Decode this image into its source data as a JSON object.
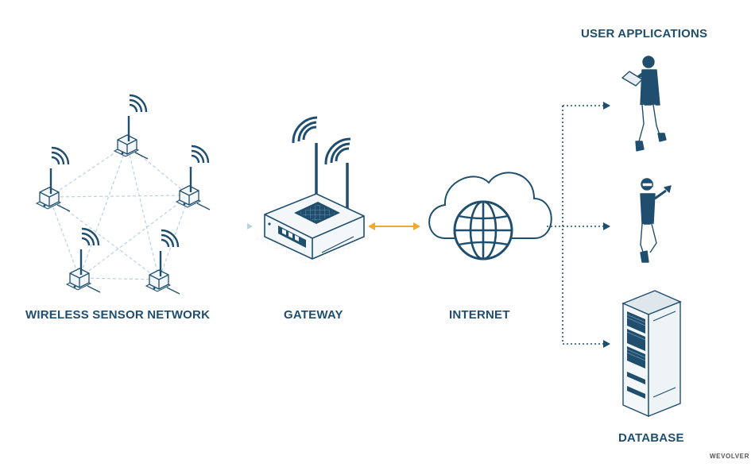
{
  "labels": {
    "wireless_sensor_network": "WIRELESS SENSOR NETWORK",
    "gateway": "GATEWAY",
    "internet": "INTERNET",
    "user_applications": "USER APPLICATIONS",
    "database": "DATABASE",
    "brand": "WEVOLVER"
  },
  "colors": {
    "primary": "#1f4e6e",
    "mesh_lines": "#b9d2e0",
    "link_arrow": "#f0a830",
    "dotted_links": "#1f4e6e"
  },
  "icons": [
    "sensor-node-icon",
    "wifi-signal-icon",
    "router-icon",
    "cloud-icon",
    "globe-icon",
    "person-tablet-icon",
    "person-vr-icon",
    "server-rack-icon"
  ]
}
